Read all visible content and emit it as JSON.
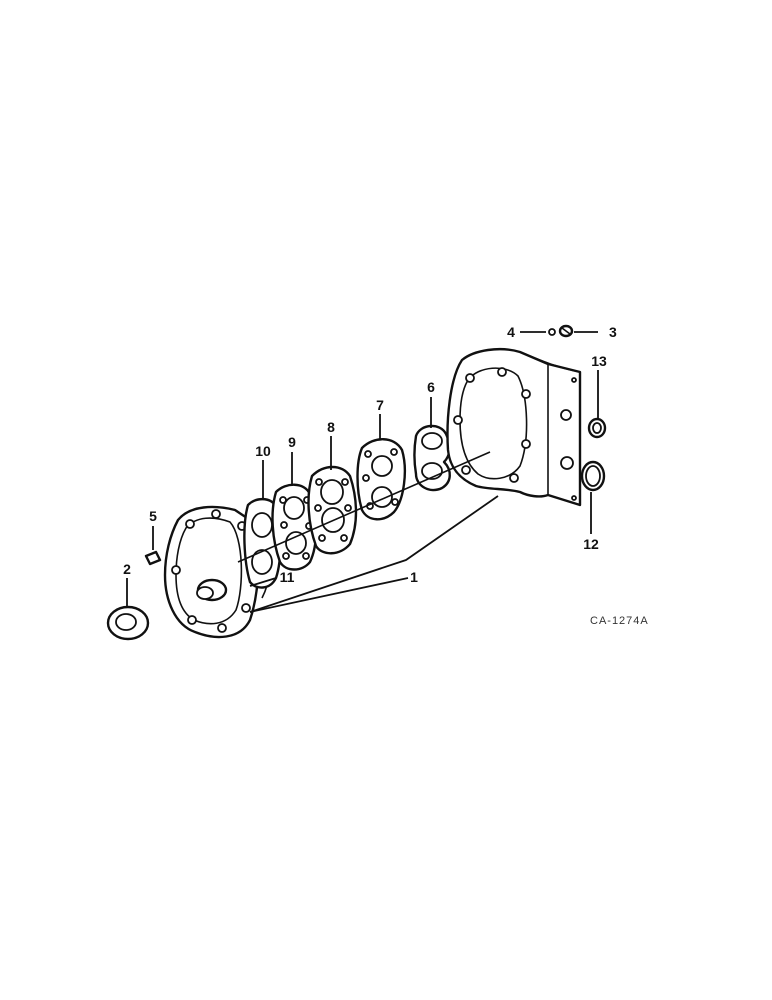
{
  "callouts": {
    "c1": "1",
    "c2": "2",
    "c3": "3",
    "c4": "4",
    "c5": "5",
    "c6": "6",
    "c7": "7",
    "c8": "8",
    "c9": "9",
    "c10": "10",
    "c11": "11",
    "c12": "12",
    "c13": "13"
  },
  "reference_code": "CA-1274A"
}
